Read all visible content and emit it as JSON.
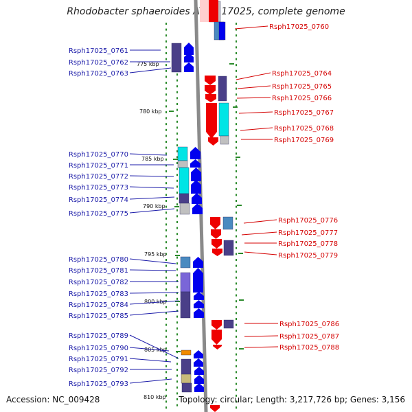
{
  "title": "Rhodobacter sphaeroides ATCC 17025, complete genome",
  "accession_text": "Accession: NC_009428",
  "topology_text": "Topology: circular; Length: 3,217,726 bp; Genes: 3,156",
  "colors": {
    "backbone": "#8a8a8a",
    "forward_gene": "#0000ee",
    "reverse_gene": "#ee0000",
    "left_label": "#1a1aa8",
    "right_label": "#d40000",
    "scale_dots": "#2a8a2a",
    "cog_navy": "#4a3f88",
    "cog_cyan": "#00e5e5",
    "cog_steel": "#4a8ac0",
    "cog_gray": "#c0c0c0",
    "cog_lavender": "#7a66d8",
    "cog_khaki": "#c8bb7a",
    "cog_orange": "#f08a00"
  },
  "kbp_markers": [
    "775 kbp",
    "780 kbp",
    "785 kbp",
    "790 kbp",
    "795 kbp",
    "800 kbp",
    "805 kbp",
    "810 kbp"
  ],
  "left_labels": [
    "Rsph17025_0761",
    "Rsph17025_0762",
    "Rsph17025_0763",
    "Rsph17025_0770",
    "Rsph17025_0771",
    "Rsph17025_0772",
    "Rsph17025_0773",
    "Rsph17025_0774",
    "Rsph17025_0775",
    "Rsph17025_0780",
    "Rsph17025_0781",
    "Rsph17025_0782",
    "Rsph17025_0783",
    "Rsph17025_0784",
    "Rsph17025_0785",
    "Rsph17025_0789",
    "Rsph17025_0790",
    "Rsph17025_0791",
    "Rsph17025_0792",
    "Rsph17025_0793"
  ],
  "right_labels": [
    "Rsph17025_0760",
    "Rsph17025_0764",
    "Rsph17025_0765",
    "Rsph17025_0766",
    "Rsph17025_0767",
    "Rsph17025_0768",
    "Rsph17025_0769",
    "Rsph17025_0776",
    "Rsph17025_0777",
    "Rsph17025_0778",
    "Rsph17025_0779",
    "Rsph17025_0786",
    "Rsph17025_0787",
    "Rsph17025_0788"
  ]
}
